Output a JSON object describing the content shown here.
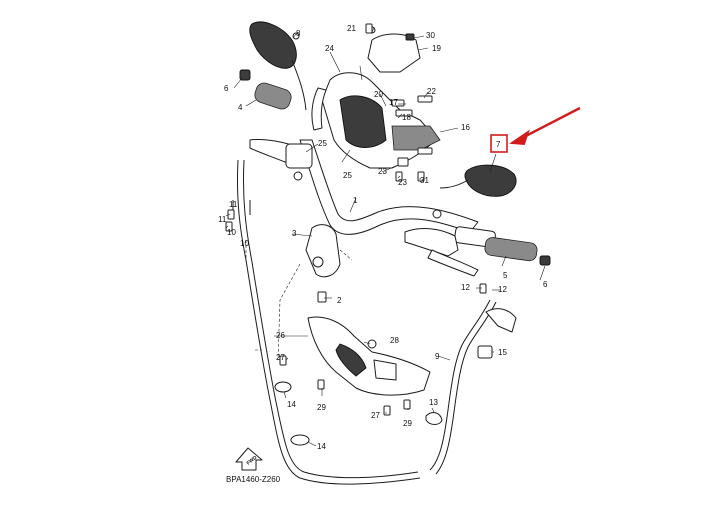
{
  "diagram": {
    "code": "BPA1460-Z260",
    "direction_label": "FWD",
    "highlighted_callout": "7",
    "callouts": [
      "1",
      "2",
      "3",
      "4",
      "5",
      "6",
      "6",
      "7",
      "8",
      "9",
      "10",
      "10",
      "11",
      "11",
      "12",
      "12",
      "13",
      "14",
      "14",
      "15",
      "16",
      "17",
      "18",
      "19",
      "20",
      "21",
      "22",
      "23",
      "23",
      "24",
      "25",
      "25",
      "26",
      "27",
      "27",
      "28",
      "29",
      "29",
      "30",
      "31"
    ],
    "colors": {
      "highlight": "#d21c1c",
      "line": "#1c1c1c",
      "dark_fill": "#3c3c3c"
    }
  }
}
